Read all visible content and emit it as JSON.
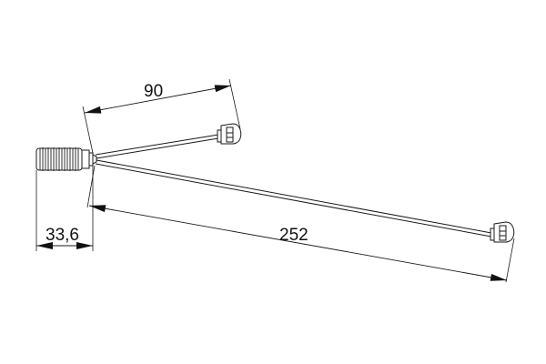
{
  "drawing": {
    "line_color": "#1a1a1a",
    "background": "#ffffff",
    "dimensions": {
      "short_wire_length": "90",
      "long_wire_length": "252",
      "sleeve_length": "33,6"
    }
  }
}
